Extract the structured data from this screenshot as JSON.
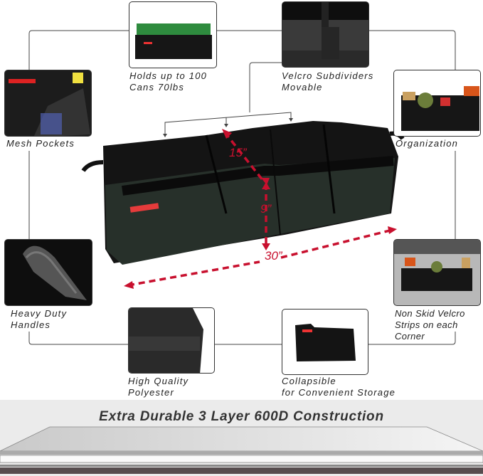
{
  "features": [
    {
      "id": "cans",
      "label_lines": [
        "Holds up to 100",
        "Cans 70lbs"
      ],
      "icon": "cans-organizer-photo"
    },
    {
      "id": "velcro",
      "label_lines": [
        "Velcro Subdividers",
        "Movable"
      ],
      "icon": "velcro-strap-photo"
    },
    {
      "id": "mesh",
      "label_lines": [
        "Mesh Pockets"
      ],
      "icon": "mesh-pocket-photo"
    },
    {
      "id": "organization",
      "label_lines": [
        "Organization"
      ],
      "icon": "organized-trunk-photo"
    },
    {
      "id": "handles",
      "label_lines": [
        "Heavy Duty",
        "Handles"
      ],
      "icon": "handle-photo"
    },
    {
      "id": "nonskid",
      "label_lines": [
        "Non Skid Velcro",
        "Strips on each",
        "Corner"
      ],
      "icon": "trunk-photo"
    },
    {
      "id": "polyester",
      "label_lines": [
        "High Quality",
        "Polyester"
      ],
      "icon": "fabric-photo"
    },
    {
      "id": "collapsible",
      "label_lines": [
        "Collapsible",
        "for Convenient Storage"
      ],
      "icon": "folded-organizer-photo"
    }
  ],
  "dimensions": {
    "depth": "15”",
    "height": "9”",
    "width": "30”",
    "color": "#c8102e"
  },
  "footer": {
    "title": "Extra Durable 3 Layer 600D Construction"
  }
}
